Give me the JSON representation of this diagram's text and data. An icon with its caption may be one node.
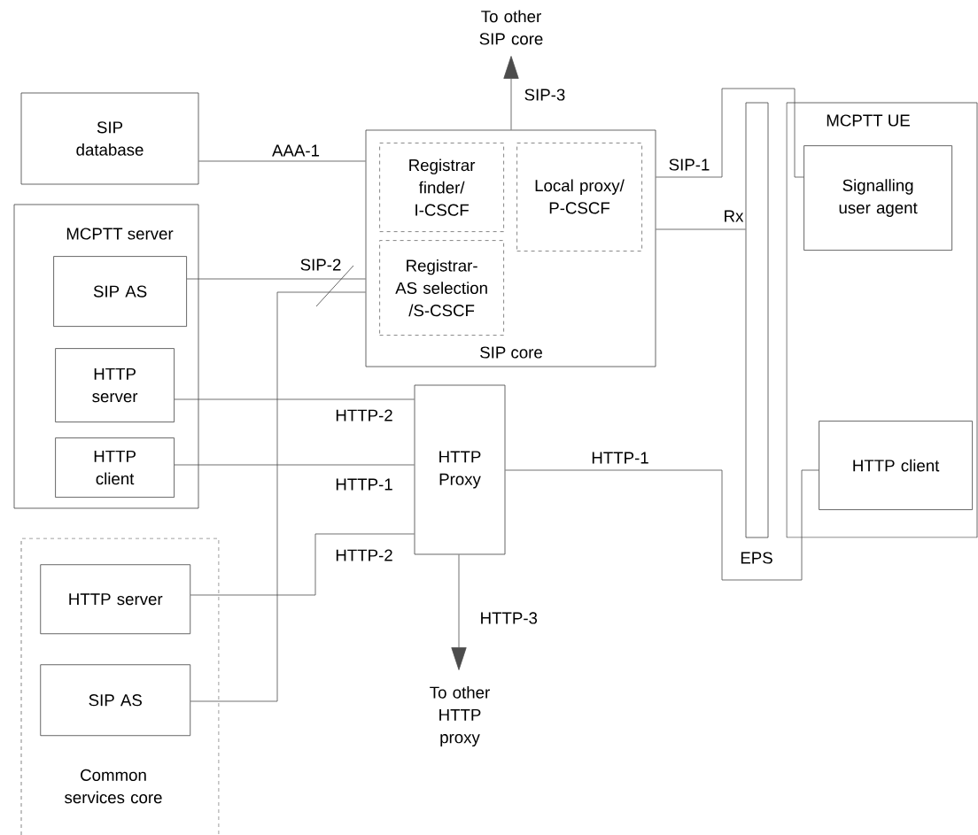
{
  "diagram": {
    "nodes": [
      {
        "text": [
          "To other SIP core"
        ]
      },
      {
        "text": [
          "SIP database"
        ]
      },
      {
        "text": [
          "SIP core"
        ]
      },
      {
        "text": [
          "Registrar finder/ I-CSCF"
        ],
        "in": 2
      },
      {
        "text": [
          "Local proxy/ P-CSCF"
        ],
        "in": 2
      },
      {
        "text": [
          "Registrar-AS selection /S-CSCF"
        ],
        "in": 2
      },
      {
        "text": [
          "MCPTT server"
        ]
      },
      {
        "text": [
          "SIP AS"
        ],
        "in": 6
      },
      {
        "text": [
          "HTTP server"
        ],
        "in": 6
      },
      {
        "text": [
          "HTTP client"
        ],
        "in": 6
      },
      {
        "text": [
          "HTTP Proxy"
        ]
      },
      {
        "text": [
          "Common services core"
        ]
      },
      {
        "text": [
          "HTTP server"
        ],
        "in": 11
      },
      {
        "text": [
          "SIP AS"
        ],
        "in": 11
      },
      {
        "text": [
          "To other HTTP proxy"
        ]
      },
      {
        "text": [
          "EPS"
        ]
      },
      {
        "text": [
          "MCPTT UE"
        ]
      },
      {
        "text": [
          "Signalling user agent"
        ],
        "in": 16
      },
      {
        "text": [
          "HTTP client"
        ],
        "in": 16
      }
    ],
    "edges": [
      {
        "from": 2,
        "to": 0,
        "arrow": "to",
        "label": "SIP-3"
      },
      {
        "from": 1,
        "to": 2,
        "arrow": "none",
        "label": "AAA-1"
      },
      {
        "from": 2,
        "to": 17,
        "arrow": "none",
        "label": "SIP-1"
      },
      {
        "from": 2,
        "to": 15,
        "arrow": "none",
        "label": "Rx"
      },
      {
        "from": 7,
        "to": 2,
        "arrow": "none",
        "label": "SIP-2"
      },
      {
        "from": 13,
        "to": 2,
        "arrow": "none"
      },
      {
        "from": 8,
        "to": 10,
        "arrow": "none",
        "label": "HTTP-2"
      },
      {
        "from": 9,
        "to": 10,
        "arrow": "none",
        "label": "HTTP-1"
      },
      {
        "from": 10,
        "to": 18,
        "arrow": "none",
        "label": "HTTP-1"
      },
      {
        "from": 12,
        "to": 10,
        "arrow": "none",
        "label": "HTTP-2"
      },
      {
        "from": 10,
        "to": 14,
        "arrow": "to",
        "label": "HTTP-3"
      }
    ]
  }
}
